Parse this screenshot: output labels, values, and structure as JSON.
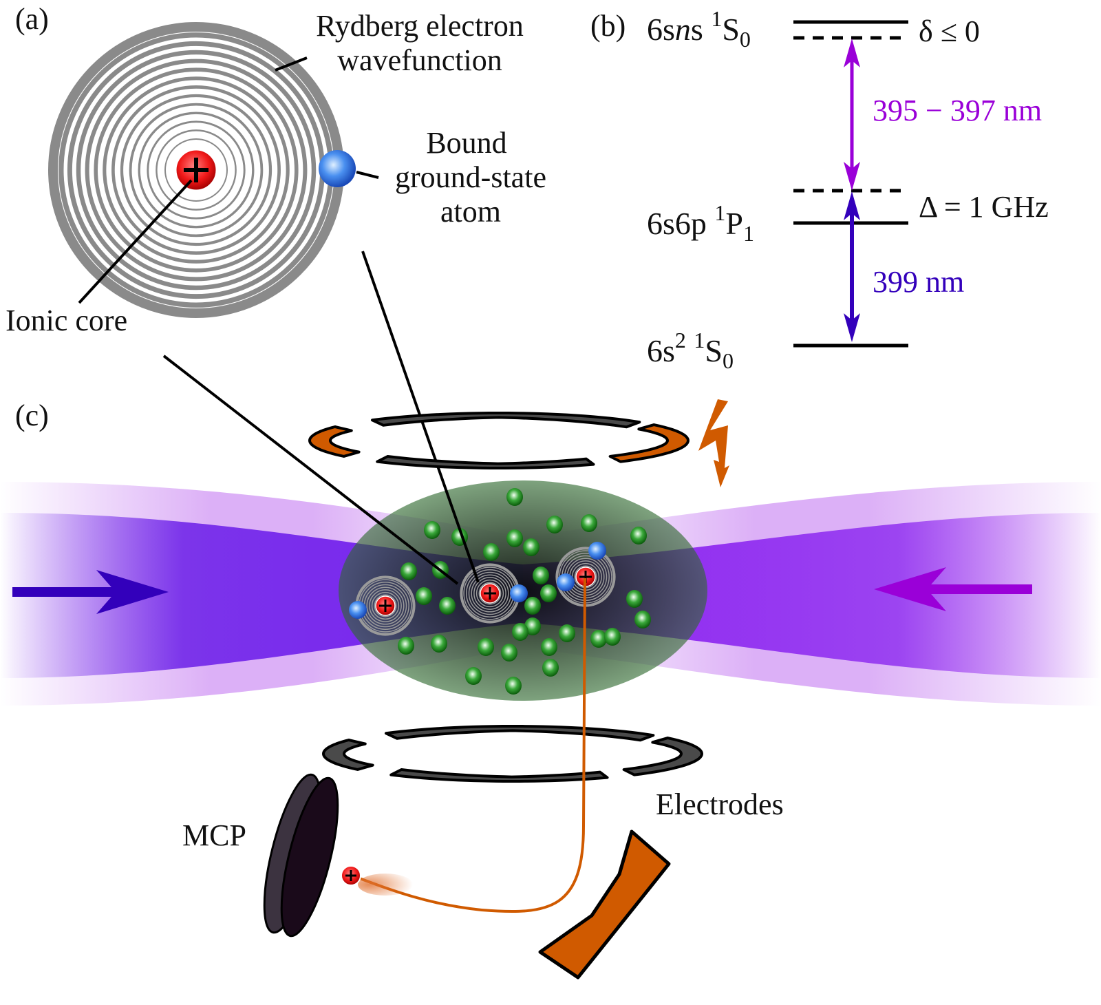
{
  "panel_a": {
    "label": "(a)",
    "wavefunction_label_line1": "Rydberg electron",
    "wavefunction_label_line2": "wavefunction",
    "bound_atom_line1": "Bound",
    "bound_atom_line2": "ground-state",
    "bound_atom_line3": "atom",
    "ionic_core_label": "Ionic core"
  },
  "panel_b": {
    "label": "(b)",
    "levels": {
      "rydberg": {
        "main": "6s",
        "italic": "n",
        "tail": "s ",
        "sup": "1",
        "term": "S",
        "sub": "0"
      },
      "p": {
        "main": "6s6p ",
        "sup": "1",
        "term": "P",
        "sub": "1"
      },
      "ground": {
        "main": "6s",
        "sup1": "2",
        "space": " ",
        "sup": "1",
        "term": "S",
        "sub": "0"
      }
    },
    "detuning_small": "δ ≤ 0",
    "detuning_large": "Δ = 1 GHz",
    "upper_transition": "395 − 397 nm",
    "lower_transition": "399 nm",
    "colors": {
      "upper": "#9a00d8",
      "lower": "#3300bb"
    }
  },
  "panel_c": {
    "label": "(c)",
    "electrodes_label": "Electrodes",
    "mcp_label": "MCP",
    "colors": {
      "electrode_orange": "#d05a00",
      "electrode_gray": "#4a4a4a",
      "atom_green": "#1a8a1a",
      "atom_blue": "#3a7ee8",
      "ion_red": "#e41010"
    }
  }
}
